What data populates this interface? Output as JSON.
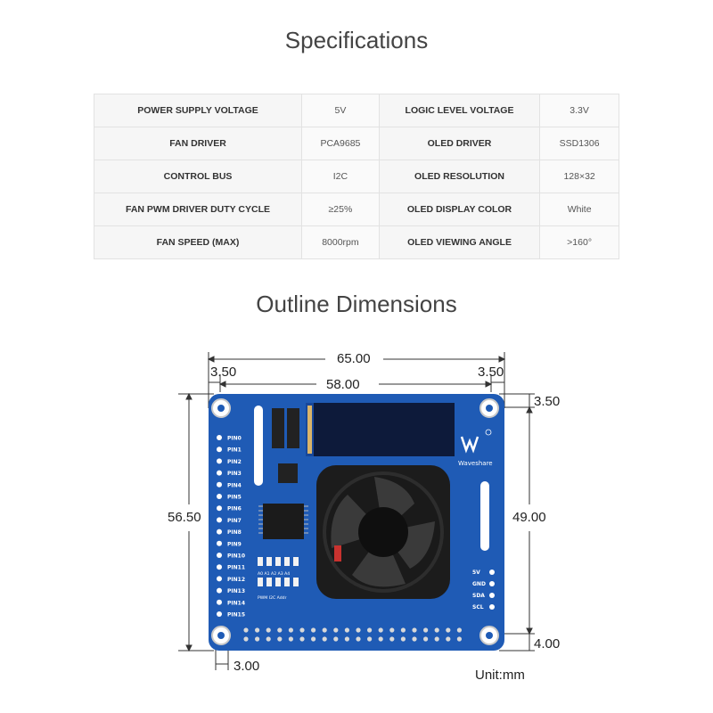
{
  "specifications": {
    "title": "Specifications",
    "rows": [
      {
        "k1": "POWER SUPPLY VOLTAGE",
        "v1": "5V",
        "k2": "LOGIC LEVEL VOLTAGE",
        "v2": "3.3V"
      },
      {
        "k1": "FAN DRIVER",
        "v1": "PCA9685",
        "k2": "OLED DRIVER",
        "v2": "SSD1306"
      },
      {
        "k1": "CONTROL BUS",
        "v1": "I2C",
        "k2": "OLED RESOLUTION",
        "v2": "128×32"
      },
      {
        "k1": "FAN PWM DRIVER DUTY CYCLE",
        "v1": "≥25%",
        "k2": "OLED DISPLAY COLOR",
        "v2": "White"
      },
      {
        "k1": "FAN SPEED (MAX)",
        "v1": "8000rpm",
        "k2": "OLED VIEWING ANGLE",
        "v2": ">160°"
      }
    ]
  },
  "outline": {
    "title": "Outline Dimensions",
    "dims": {
      "overall_width": "65.00",
      "left_offset": "3.50",
      "right_offset": "3.50",
      "hole_span_x": "58.00",
      "top_offset": "3.50",
      "overall_height": "56.50",
      "hole_span_y": "49.00",
      "bottom_offset": "4.00",
      "pin_offset": "3.00"
    },
    "unit": "Unit:mm",
    "board": {
      "brand": "Waveshare",
      "pins": [
        "PIN0",
        "PIN1",
        "PIN2",
        "PIN3",
        "PIN4",
        "PIN5",
        "PIN6",
        "PIN7",
        "PIN8",
        "PIN9",
        "PIN10",
        "PIN11",
        "PIN12",
        "PIN13",
        "PIN14",
        "PIN15"
      ],
      "i2c_label": "PWM I2C Addr",
      "addr_labels": [
        "A0",
        "A1",
        "A2",
        "A3",
        "A4"
      ],
      "power_pins": [
        "5V",
        "GND",
        "SDA",
        "SCL"
      ]
    },
    "colors": {
      "board": "#1f5bb5",
      "board_dark": "#17479a",
      "fan": "#1c1c1c",
      "oled": "#0d1a3a"
    }
  }
}
